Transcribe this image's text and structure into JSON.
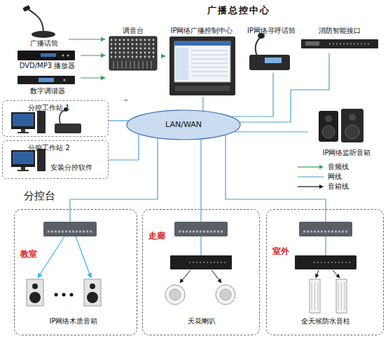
{
  "diagram": {
    "title": "广播总控中心",
    "nodes": [
      {
        "text": [
          "广播话筒"
        ]
      },
      {
        "text": [
          "DVD/MP3 播放器"
        ]
      },
      {
        "text": [
          "数字调谐器"
        ]
      },
      {
        "text": [
          "调音台"
        ]
      },
      {
        "text": [
          "IP网络广播控制中心"
        ]
      },
      {
        "text": [
          "IP网络寻呼话筒"
        ]
      },
      {
        "text": [
          "消防智能接口"
        ]
      },
      {
        "text": [
          "分控工作站 1"
        ]
      },
      {
        "text": [
          "分控工作站 2",
          "安装分控软件"
        ]
      },
      {
        "text": [
          "LAN/WAN"
        ]
      },
      {
        "text": [
          "IP网络监听音箱"
        ]
      },
      {
        "text": [
          "教室"
        ]
      },
      {
        "text": [
          "IP网络木质音箱"
        ],
        "in": 11
      },
      {
        "text": [
          "走廊"
        ]
      },
      {
        "text": [
          "天花喇叭"
        ],
        "in": 13
      },
      {
        "text": [
          "室外"
        ]
      },
      {
        "text": [
          "全天候防水音柱"
        ],
        "in": 15
      }
    ],
    "edges": [
      {
        "from": 0,
        "to": 3,
        "arrow": "to"
      },
      {
        "from": 1,
        "to": 3,
        "arrow": "to"
      },
      {
        "from": 2,
        "to": 3,
        "arrow": "to"
      },
      {
        "from": 3,
        "to": 4,
        "arrow": "to"
      },
      {
        "from": 4,
        "to": 9,
        "arrow": "none"
      },
      {
        "from": 5,
        "to": 9,
        "arrow": "none"
      },
      {
        "from": 6,
        "to": 9,
        "arrow": "none"
      },
      {
        "from": 7,
        "to": 9,
        "arrow": "none"
      },
      {
        "from": 8,
        "to": 9,
        "arrow": "none"
      },
      {
        "from": 9,
        "to": 10,
        "arrow": "none"
      },
      {
        "from": 9,
        "to": 11,
        "arrow": "none"
      },
      {
        "from": 9,
        "to": 13,
        "arrow": "none"
      },
      {
        "from": 9,
        "to": 15,
        "arrow": "none"
      }
    ],
    "labels": [
      "分控台",
      "^"
    ],
    "legend": [
      {
        "text": "音频线"
      },
      {
        "text": "网线"
      },
      {
        "text": "音箱线"
      }
    ]
  }
}
